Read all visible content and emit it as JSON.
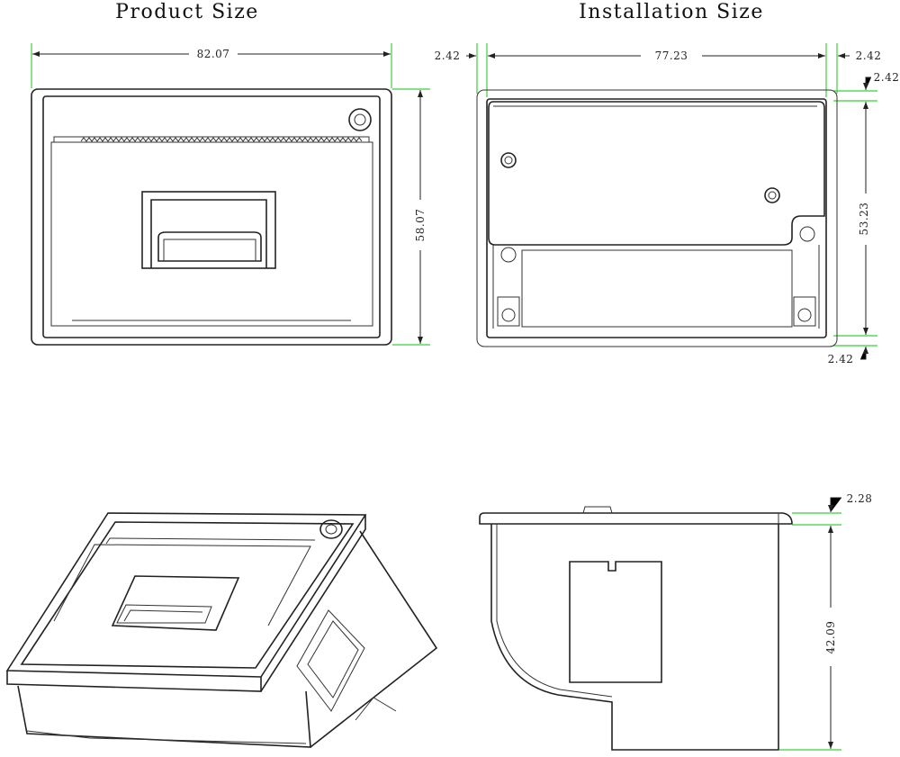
{
  "titles": {
    "product": "Product Size",
    "installation": "Installation Size"
  },
  "product_dims": {
    "width": "82.07",
    "height": "58.07"
  },
  "installation_dims": {
    "left_margin": "2.42",
    "width": "77.23",
    "right_margin": "2.42",
    "top_margin": "2.42",
    "height": "53.23",
    "bottom_margin": "2.42"
  },
  "side_dims": {
    "flange": "2.28",
    "depth": "42.09"
  },
  "colors": {
    "dimension_guides": "#3ccf3c",
    "lines": "#222222"
  }
}
